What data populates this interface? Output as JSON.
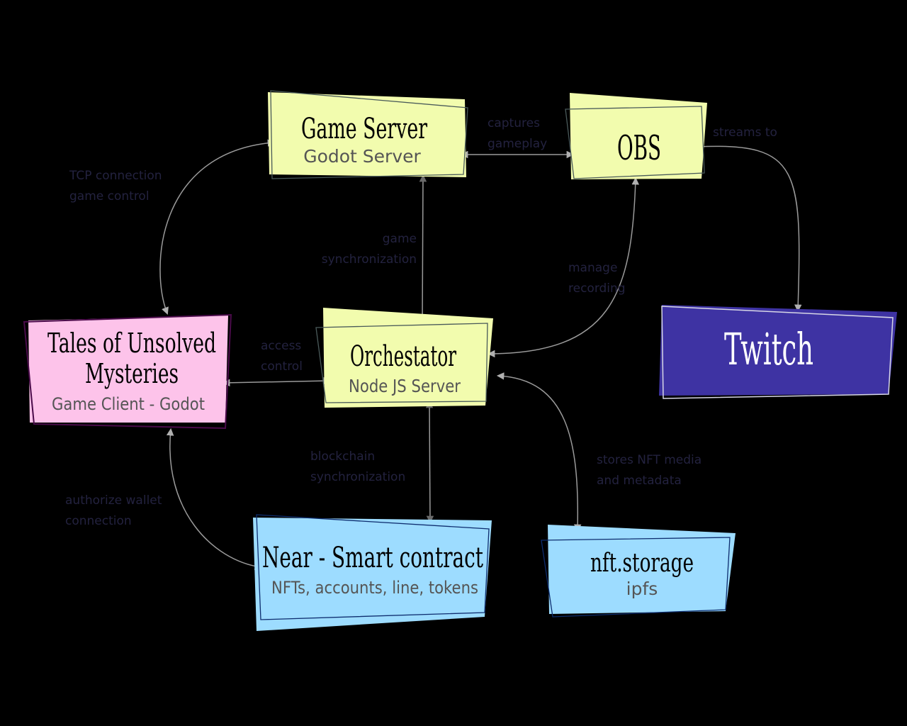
{
  "colors": {
    "background": "#000000",
    "yellow_box": "#f2fcae",
    "pink_box": "#fdc3ea",
    "blue_box": "#9ddcff",
    "purple_box": "#3e33a3",
    "edge": "#9a9a9a",
    "edge_label": "#23223f"
  },
  "nodes": {
    "game_server": {
      "title": "Game Server",
      "subtitle": "Godot Server"
    },
    "obs": {
      "title": "OBS"
    },
    "twitch": {
      "title": "Twitch"
    },
    "client": {
      "title_line1": "Tales of Unsolved",
      "title_line2": "Mysteries",
      "subtitle": "Game Client - Godot"
    },
    "orchestrator": {
      "title": "Orchestator",
      "subtitle": "Node JS Server"
    },
    "near": {
      "title": "Near - Smart contract",
      "subtitle": "NFTs, accounts, line, tokens"
    },
    "nft_storage": {
      "title": "nft.storage",
      "subtitle": "ipfs"
    }
  },
  "edges": {
    "tcp": {
      "line1": "TCP connection",
      "line2": "game control"
    },
    "captures": {
      "line1": "captures",
      "line2": "gameplay"
    },
    "streams": {
      "line1": "streams to"
    },
    "game_sync": {
      "line1": "game",
      "line2": "synchronization"
    },
    "manage": {
      "line1": "manage",
      "line2": "recording"
    },
    "access": {
      "line1": "access",
      "line2": "control"
    },
    "blockchain": {
      "line1": "blockchain",
      "line2": "synchronization"
    },
    "stores": {
      "line1": "stores NFT media",
      "line2": "and metadata"
    },
    "wallet": {
      "line1": "authorize wallet",
      "line2": "connection"
    }
  }
}
